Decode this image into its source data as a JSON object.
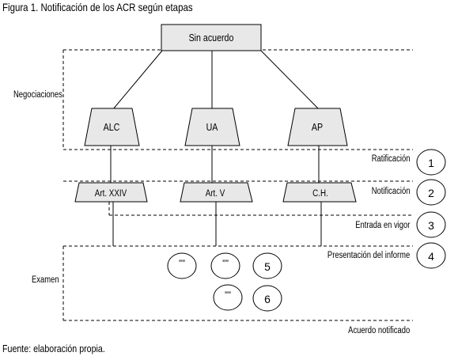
{
  "figure": {
    "title": "Figura 1. Notificación de los ACR según etapas",
    "source": "Fuente: elaboración propia."
  },
  "top_box": {
    "label": "Sin acuerdo"
  },
  "agreements": [
    {
      "label": "ALC"
    },
    {
      "label": "UA"
    },
    {
      "label": "AP"
    }
  ],
  "notifications": [
    {
      "label": "Art. XXIV"
    },
    {
      "label": "Art. V"
    },
    {
      "label": "C.H."
    }
  ],
  "phases": {
    "negotiations": "Negociaciones",
    "examination": "Examen"
  },
  "stages": [
    {
      "label": "Ratificación",
      "number": "1"
    },
    {
      "label": "Notificación",
      "number": "2"
    },
    {
      "label": "Entrada en vigor",
      "number": "3"
    },
    {
      "label": "Presentación del informe",
      "number": "4"
    },
    {
      "label": "Acuerdo notificado"
    }
  ],
  "exam_steps": [
    {
      "label": "””"
    },
    {
      "label": "””"
    },
    {
      "label": "5"
    },
    {
      "label": "””"
    },
    {
      "label": "6"
    }
  ]
}
